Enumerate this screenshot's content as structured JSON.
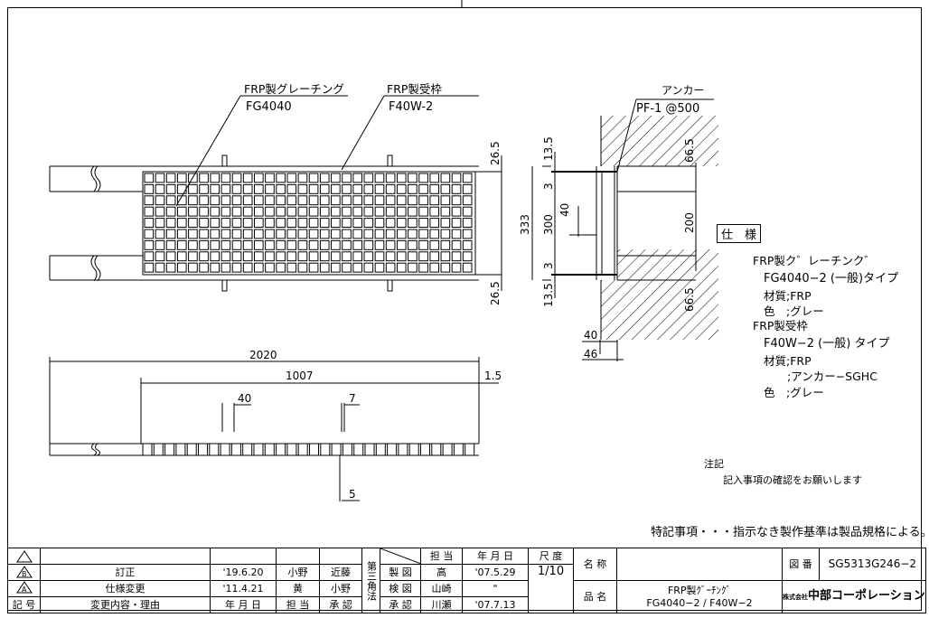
{
  "labels": {
    "grating_name": "FRP製グレーチング",
    "grating_code": "FG4040",
    "frame_name": "FRP製受枠",
    "frame_code": "F40W-2",
    "anchor_name": "アンカー",
    "anchor_code": "PF-1 @500"
  },
  "dimensions": {
    "top_265a": "26.5",
    "top_265b": "26.5",
    "sec_135a": "13.5",
    "sec_3a": "3",
    "sec_333": "333",
    "sec_300": "300",
    "sec_40": "40",
    "sec_3b": "3",
    "sec_135b": "13.5",
    "sec_665a": "66.5",
    "sec_200": "200",
    "sec_665b": "66.5",
    "sec_40b": "40",
    "sec_46": "46",
    "len_2020": "2020",
    "len_1007": "1007",
    "len_15": "1.5",
    "len_40": "40",
    "len_7": "7",
    "len_5": "5"
  },
  "spec": {
    "title": "仕　様",
    "lines": [
      "FRP製ク゛レーチンク゛",
      "FG4040−2 (一般)タイプ",
      "材質;FRP",
      "色　;グレー",
      "FRP製受枠",
      "F40W−2 (一般) タイプ",
      "材質;FRP",
      ";アンカー−SGHC",
      "色　;グレー"
    ]
  },
  "notes": {
    "title": "注記",
    "body": "記入事項の確認をお願いします",
    "special": "特記事項・・・指示なき製作基準は製品規格による。"
  },
  "titleblock": {
    "rev_b_mark": "B",
    "rev_b_text": "訂正",
    "rev_b_date": "'19.6.20",
    "rev_b_by": "小野",
    "rev_b_ok": "近藤",
    "rev_a_mark": "A",
    "rev_a_text": "仕様変更",
    "rev_a_date": "'11.4.21",
    "rev_a_by": "黄",
    "rev_a_ok": "小野",
    "h_kigou": "記 号",
    "h_reason": "変更内容・理由",
    "h_date": "年 月 日",
    "h_tantou": "担 当",
    "h_shounin": "承 認",
    "angle": "第三角法",
    "h_tantou2": "担 当",
    "h_ymd": "年 月 日",
    "r_seizu": "製 図",
    "r_seizu_by": "高",
    "r_seizu_date": "'07.5.29",
    "r_kenzu": "検 図",
    "r_kenzu_by": "山崎",
    "r_kenzu_date": "\"",
    "r_shounin": "承 認",
    "r_shounin_by": "川瀬",
    "r_shounin_date": "'07.7.13",
    "h_scale": "尺 度",
    "scale": "1/10",
    "h_name": "名 称",
    "h_product": "品 名",
    "product_line1": "FRP製ｸﾞｰﾁﾝｸﾞ",
    "product_line2": "FG4040−2 / F40W−2",
    "h_zuban": "図 番",
    "zuban": "SG5313G246−2",
    "company_prefix": "株式会社",
    "company": "中部コーポレーション"
  }
}
